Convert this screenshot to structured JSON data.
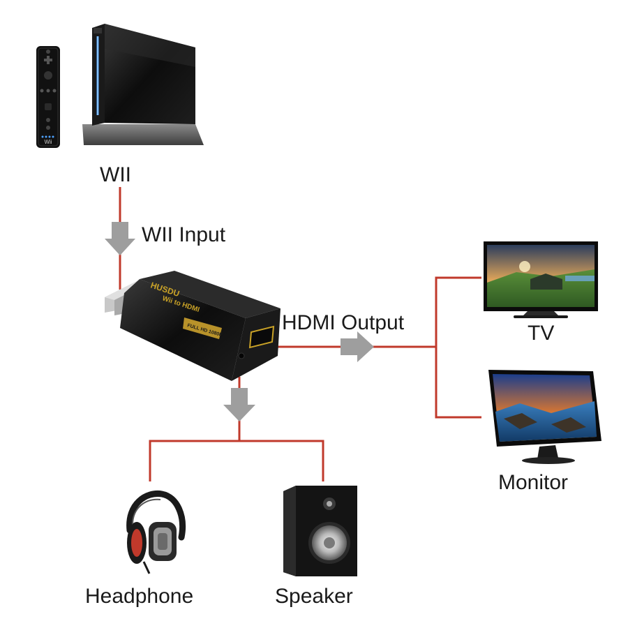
{
  "labels": {
    "wii": "WII",
    "wii_input": "WII Input",
    "hdmi_output": "HDMI Output",
    "tv": "TV",
    "monitor": "Monitor",
    "headphone": "Headphone",
    "speaker": "Speaker"
  },
  "adapter": {
    "brand": "HUSDU",
    "model": "Wii to HDMI",
    "badge": "FULL HD 1080P"
  },
  "remote_logo": "Wii",
  "colors": {
    "wire": "#c0392b",
    "arrow": "#9e9e9e",
    "device_black": "#111111",
    "gold": "#c9a227",
    "wii_blue": "#4fa3ff"
  },
  "icons": [
    "wii-console-icon",
    "wii-remote-icon",
    "adapter-icon",
    "tv-icon",
    "monitor-icon",
    "headphone-icon",
    "speaker-icon"
  ]
}
